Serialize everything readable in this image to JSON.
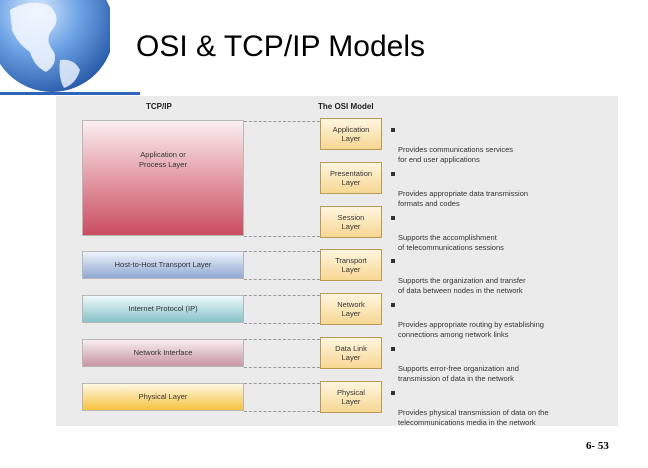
{
  "slide": {
    "title": "OSI & TCP/IP Models",
    "page_number": "6- 53"
  },
  "diagram": {
    "tcpip_header": "TCP/IP",
    "osi_header": "The OSI Model",
    "tcpip_layers": [
      {
        "label": "Application or\nProcess Layer"
      },
      {
        "label": "Host-to-Host Transport Layer"
      },
      {
        "label": "Internet Protocol (IP)"
      },
      {
        "label": "Network Interface"
      },
      {
        "label": "Physical Layer"
      }
    ],
    "osi_layers": [
      {
        "label": "Application\nLayer",
        "description": "Provides communications services\nfor end user applications"
      },
      {
        "label": "Presentation\nLayer",
        "description": "Provides appropriate data transmission\nformats and codes"
      },
      {
        "label": "Session\nLayer",
        "description": "Supports the accomplishment\nof telecommunications sessions"
      },
      {
        "label": "Transport\nLayer",
        "description": "Supports the organization and transfer\nof data between nodes in the network"
      },
      {
        "label": "Network\nLayer",
        "description": "Provides appropriate routing by establishing\nconnections among network links"
      },
      {
        "label": "Data Link\nLayer",
        "description": "Supports error-free organization and\ntransmission of data in the network"
      },
      {
        "label": "Physical\nLayer",
        "description": "Provides physical transmission of data on the\ntelecommunications media in the network"
      }
    ]
  },
  "colors": {
    "application_layer": "#c94d60",
    "transport_layer": "#8ea8d3",
    "internet_layer": "#86c3ca",
    "network_interface": "#c795a2",
    "physical_layer": "#f6c23e",
    "accent_rule": "#2f64b8"
  }
}
